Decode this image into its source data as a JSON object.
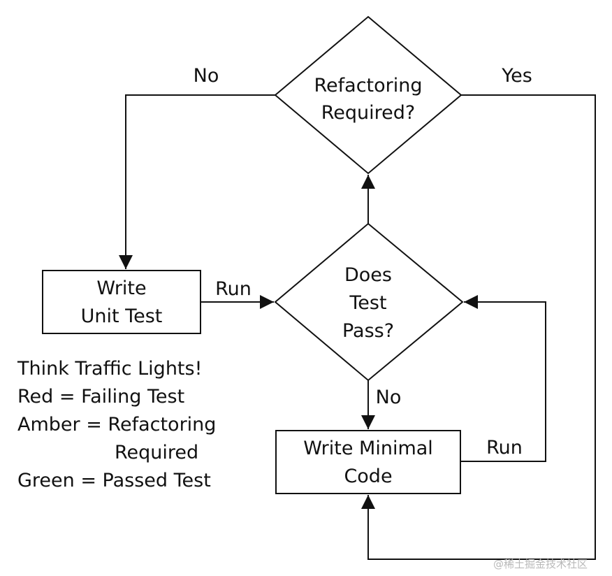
{
  "nodes": {
    "refactoring_required": {
      "line1": "Refactoring",
      "line2": "Required?"
    },
    "does_test_pass": {
      "line1": "Does",
      "line2": "Test",
      "line3": "Pass?"
    },
    "write_unit_test": {
      "line1": "Write",
      "line2": "Unit Test"
    },
    "write_minimal_code": {
      "line1": "Write Minimal",
      "line2": "Code"
    }
  },
  "edges": {
    "refactor_no": "No",
    "refactor_yes": "Yes",
    "unit_test_run": "Run",
    "test_pass_no": "No",
    "minimal_code_run": "Run"
  },
  "legend": {
    "title": "Think Traffic Lights!",
    "red": "Red = Failing Test",
    "amber_line1": "Amber = Refactoring",
    "amber_line2": "Required",
    "green": "Green = Passed Test"
  },
  "watermark": "@稀土掘金技术社区",
  "colors": {
    "stroke": "#111111",
    "background": "#ffffff",
    "watermark": "#b9b9b9"
  }
}
